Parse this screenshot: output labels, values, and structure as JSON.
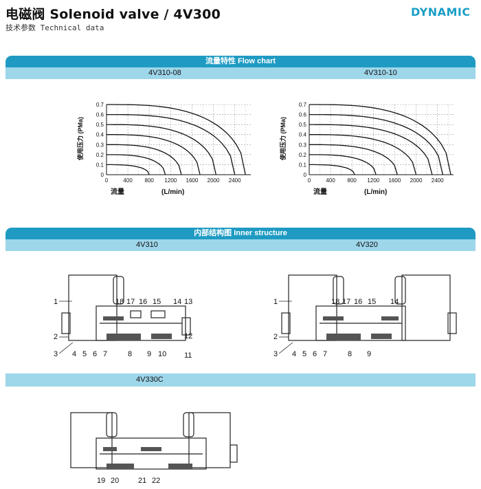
{
  "header": {
    "title": "电磁阀 Solenoid valve / 4V300",
    "subtitle": "技术参数 Technical data",
    "logo": "DYNAMIC"
  },
  "flow_section": {
    "heading": "流量特性 Flow chart",
    "left_label": "4V310-08",
    "right_label": "4V310-10"
  },
  "structure_section": {
    "heading": "内部结构图 Inner  structure",
    "left_label": "4V310",
    "right_label": "4V320"
  },
  "bottom_section": {
    "label": "4V330C"
  },
  "chart_data": [
    {
      "type": "line",
      "title": "4V310-08",
      "ylabel": "使用压力 (PMa)",
      "xlabel": "流量 (L/min)",
      "x_ticks": [
        0,
        400,
        800,
        1200,
        1600,
        2000,
        2400
      ],
      "y_ticks": [
        0,
        0.1,
        0.2,
        0.3,
        0.4,
        0.5,
        0.6,
        0.7
      ],
      "xlim": [
        0,
        2700
      ],
      "ylim": [
        0,
        0.7
      ],
      "grid": true,
      "series": [
        {
          "start_p": 0.7,
          "end_flow": 2600
        },
        {
          "start_p": 0.6,
          "end_flow": 2400
        },
        {
          "start_p": 0.5,
          "end_flow": 2050
        },
        {
          "start_p": 0.4,
          "end_flow": 1750
        },
        {
          "start_p": 0.3,
          "end_flow": 1400
        },
        {
          "start_p": 0.2,
          "end_flow": 1100
        },
        {
          "start_p": 0.1,
          "end_flow": 800
        }
      ]
    },
    {
      "type": "line",
      "title": "4V310-10",
      "ylabel": "使用压力 (PMa)",
      "xlabel": "流量 (L/min)",
      "x_ticks": [
        0,
        400,
        800,
        1200,
        1600,
        2000,
        2400
      ],
      "y_ticks": [
        0,
        0.1,
        0.2,
        0.3,
        0.4,
        0.5,
        0.6,
        0.7
      ],
      "xlim": [
        0,
        2700
      ],
      "ylim": [
        0,
        0.7
      ],
      "grid": true,
      "series": [
        {
          "start_p": 0.7,
          "end_flow": 2650
        },
        {
          "start_p": 0.6,
          "end_flow": 2500
        },
        {
          "start_p": 0.5,
          "end_flow": 2300
        },
        {
          "start_p": 0.4,
          "end_flow": 2000
        },
        {
          "start_p": 0.3,
          "end_flow": 1650
        },
        {
          "start_p": 0.2,
          "end_flow": 1250
        },
        {
          "start_p": 0.1,
          "end_flow": 850
        }
      ]
    }
  ],
  "diagram_4v310": {
    "callouts": [
      "1",
      "2",
      "3",
      "4",
      "5",
      "6",
      "7",
      "8",
      "9",
      "10",
      "11",
      "12",
      "13",
      "14",
      "15",
      "16",
      "17",
      "18"
    ]
  },
  "diagram_4v320": {
    "callouts": [
      "1",
      "2",
      "3",
      "4",
      "5",
      "6",
      "7",
      "8",
      "9",
      "14",
      "15",
      "16",
      "17",
      "18"
    ]
  },
  "diagram_4v330c": {
    "callouts": [
      "19",
      "20",
      "21",
      "22"
    ]
  }
}
